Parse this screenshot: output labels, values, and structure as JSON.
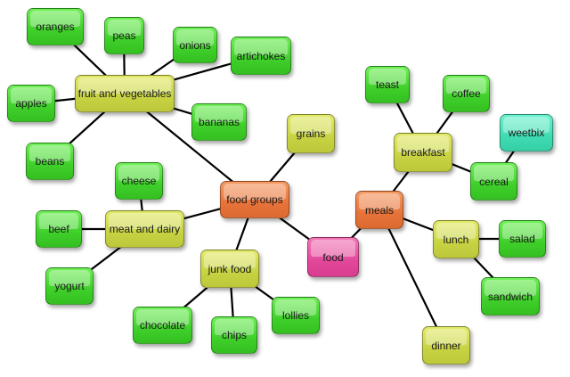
{
  "nodes": {
    "food": "food",
    "food_groups": "food groups",
    "meals": "meals",
    "fruit_and_vegetables": "fruit and vegetables",
    "oranges": "oranges",
    "peas": "peas",
    "onions": "onions",
    "artichokes": "artichokes",
    "apples": "apples",
    "bananas": "bananas",
    "beans": "beans",
    "grains": "grains",
    "meat_and_dairy": "meat and dairy",
    "cheese": "cheese",
    "beef": "beef",
    "yogurt": "yogurt",
    "junk_food": "junk food",
    "chocolate": "chocolate",
    "chips": "chips",
    "lollies": "lollies",
    "breakfast": "breakfast",
    "teast": "teast",
    "coffee": "coffee",
    "weetbix": "weetbix",
    "cereal": "cereal",
    "lunch": "lunch",
    "salad": "salad",
    "sandwich": "sandwich",
    "dinner": "dinner"
  },
  "colors": {
    "leaf": "#44d42f",
    "category": "#c8d343",
    "hub": "#e7733a",
    "root": "#e2489a",
    "highlight": "#3fdcb2",
    "connector": "#000000"
  }
}
